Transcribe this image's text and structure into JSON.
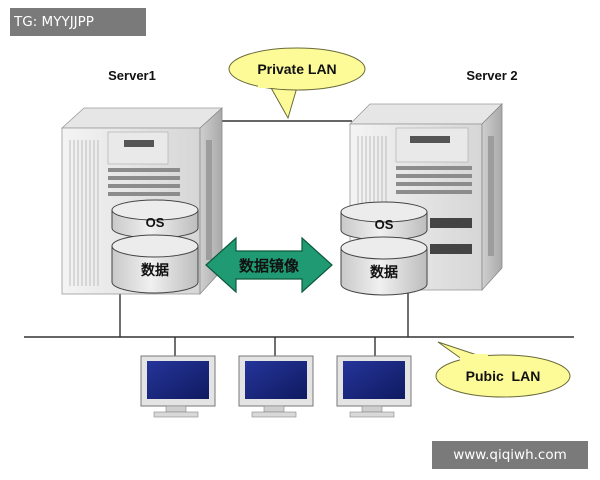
{
  "watermark_tag": "TG: MYYJJPP",
  "watermark_site": "www.qiqiwh.com",
  "server_left_label": "Server1",
  "server_right_label": "Server 2",
  "private_lan_label": "Private LAN",
  "public_lan_label": "Pubic  LAN",
  "os_label_left": "OS",
  "data_label_left": "数据",
  "os_label_right": "OS",
  "data_label_right": "数据",
  "mirror_label": "数据镜像",
  "colors": {
    "callout_fill": "#fdfb98",
    "callout_stroke": "#6a6a3a",
    "arrow_fill": "#1f9a72",
    "arrow_stroke": "#0d5a3e",
    "monitor_screen": "#1a2a80",
    "disk_fill": "#d8d8d8",
    "server_light": "#f2f2f2",
    "server_dark": "#bdbdbd"
  },
  "icons": [
    "server-tower-icon",
    "monitor-icon",
    "disk-cylinder-icon",
    "double-arrow-icon"
  ]
}
